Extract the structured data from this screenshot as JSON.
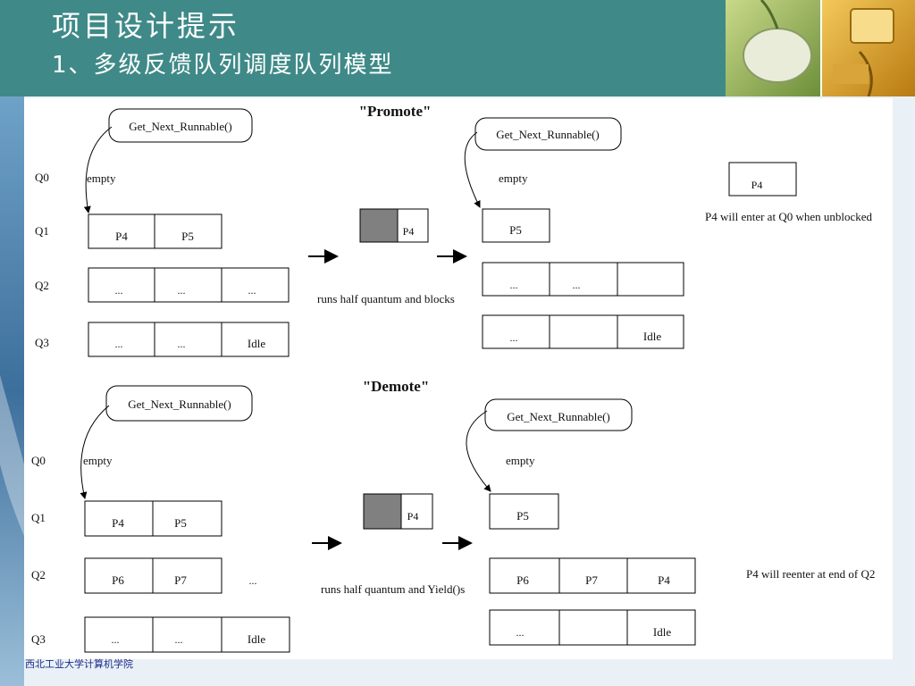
{
  "slide": {
    "title": "项目设计提示",
    "subtitle": "1、多级反馈队列调度队列模型",
    "footer": "西北工业大学计算机学院",
    "colors": {
      "header": "#3f8a88",
      "highlight": "#808080"
    }
  },
  "icons": [
    "mouse-photo",
    "keyboard-help-key-photo",
    "arrow-icon"
  ],
  "diagram": {
    "promote": {
      "heading": "\"Promote\"",
      "before": {
        "function": "Get_Next_Runnable()",
        "q0": "empty",
        "queues": [
          {
            "label": "Q0",
            "cells": []
          },
          {
            "label": "Q1",
            "cells": [
              "P4",
              "P5"
            ]
          },
          {
            "label": "Q2",
            "cells": [
              "...",
              "...",
              "..."
            ]
          },
          {
            "label": "Q3",
            "cells": [
              "...",
              "...",
              "Idle"
            ]
          }
        ]
      },
      "running": {
        "process": "P4",
        "caption": "runs half quantum and blocks"
      },
      "after": {
        "function": "Get_Next_Runnable()",
        "q0": "empty",
        "q1": [
          "P5"
        ],
        "q2": [
          "...",
          "...",
          ""
        ],
        "q3": [
          "...",
          "",
          "Idle"
        ]
      },
      "blocked": {
        "process": "P4",
        "note": "P4 will enter at Q0 when unblocked"
      }
    },
    "demote": {
      "heading": "\"Demote\"",
      "before": {
        "function": "Get_Next_Runnable()",
        "q0": "empty",
        "queues": [
          {
            "label": "Q0",
            "cells": []
          },
          {
            "label": "Q1",
            "cells": [
              "P4",
              "P5"
            ]
          },
          {
            "label": "Q2",
            "cells": [
              "P6",
              "P7"
            ],
            "trail": "..."
          },
          {
            "label": "Q3",
            "cells": [
              "...",
              "...",
              "Idle"
            ]
          }
        ]
      },
      "running": {
        "process": "P4",
        "caption": "runs half quantum and Yield()s"
      },
      "after": {
        "function": "Get_Next_Runnable()",
        "q0": "empty",
        "q1": [
          "P5"
        ],
        "q2": [
          "P6",
          "P7",
          "P4"
        ],
        "q3": [
          "...",
          "",
          "Idle"
        ]
      },
      "note": "P4 will reenter at end of Q2"
    }
  }
}
